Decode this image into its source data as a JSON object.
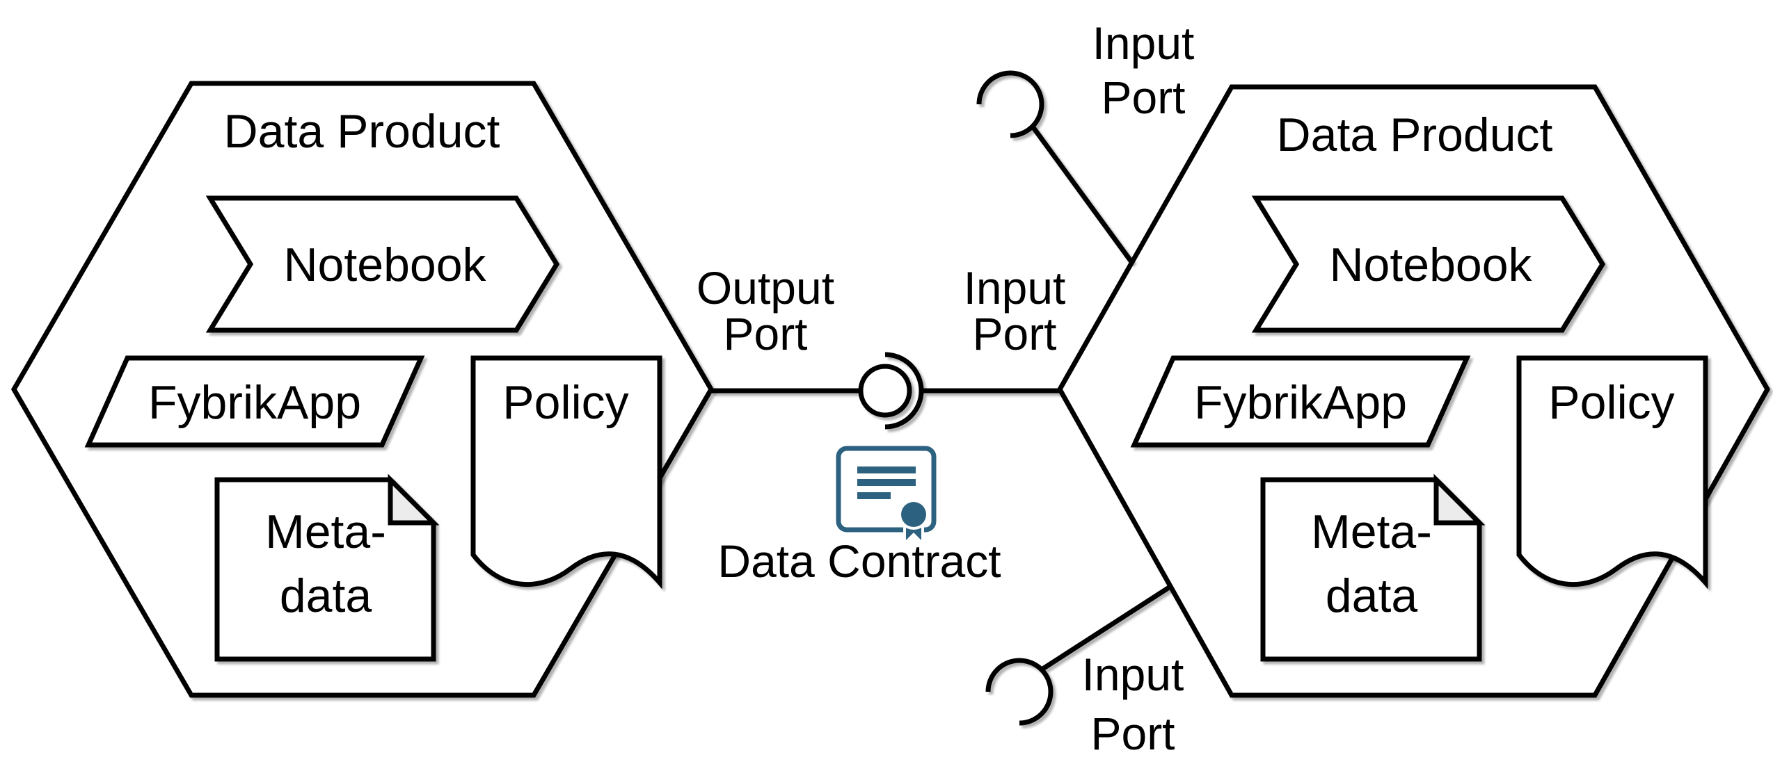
{
  "diagram": {
    "colors": {
      "background": "#ffffff",
      "line": "#000000",
      "contract_accent": "#2d6180",
      "fold_fill": "#ececec"
    },
    "left_product": {
      "title": "Data Product",
      "notebook": "Notebook",
      "fybrik_app": "FybrikApp",
      "policy": "Policy",
      "metadata_line1": "Meta-",
      "metadata_line2": "data"
    },
    "right_product": {
      "title": "Data Product",
      "notebook": "Notebook",
      "fybrik_app": "FybrikApp",
      "policy": "Policy",
      "metadata_line1": "Meta-",
      "metadata_line2": "data"
    },
    "ports": {
      "output": {
        "line1": "Output",
        "line2": "Port"
      },
      "input_center": {
        "line1": "Input",
        "line2": "Port"
      },
      "input_top": {
        "line1": "Input",
        "line2": "Port"
      },
      "input_bottom": {
        "line1": "Input",
        "line2": "Port"
      }
    },
    "data_contract": {
      "label": "Data Contract",
      "icon": "certificate-icon"
    },
    "icons": {
      "ball": "provided-interface-ball-icon",
      "socket": "required-interface-socket-icon"
    }
  }
}
